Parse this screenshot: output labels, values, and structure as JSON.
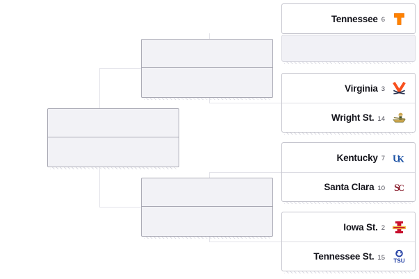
{
  "bracket": {
    "matchups": [
      {
        "slots": [
          {
            "name": "Tennessee",
            "seed": 6,
            "logo": "tennessee-logo"
          },
          {
            "name": "",
            "seed": "",
            "logo": "",
            "empty": true
          }
        ]
      },
      {
        "slots": [
          {
            "name": "Virginia",
            "seed": 3,
            "logo": "virginia-logo"
          },
          {
            "name": "Wright St.",
            "seed": 14,
            "logo": "wright-state-logo"
          }
        ]
      },
      {
        "slots": [
          {
            "name": "Kentucky",
            "seed": 7,
            "logo": "kentucky-logo"
          },
          {
            "name": "Santa Clara",
            "seed": 10,
            "logo": "santa-clara-logo"
          }
        ]
      },
      {
        "slots": [
          {
            "name": "Iowa St.",
            "seed": 2,
            "logo": "iowa-state-logo"
          },
          {
            "name": "Tennessee St.",
            "seed": 15,
            "logo": "tennessee-state-logo"
          }
        ]
      }
    ]
  },
  "team_colors": {
    "tennessee": "#FF8200",
    "virginia_primary": "#F8501E",
    "virginia_secondary": "#26304D",
    "wright_state_primary": "#C9A44C",
    "wright_state_secondary": "#3E5231",
    "kentucky": "#1B51A4",
    "santa_clara": "#8C2332",
    "iowa_state_primary": "#C8102E",
    "iowa_state_secondary": "#F1BE48",
    "tennessee_state": "#2743A6"
  },
  "ui_colors": {
    "connector": "#e4e4ea",
    "placeholder_fill": "#f2f2f6",
    "placeholder_border": "#a9a9b4",
    "team_box_border": "#c2c2cb",
    "row_divider": "#dcdce3",
    "empty_slot_fill": "#f1f1f6",
    "team_name_text": "#15151c",
    "seed_text": "#4a4a55"
  }
}
